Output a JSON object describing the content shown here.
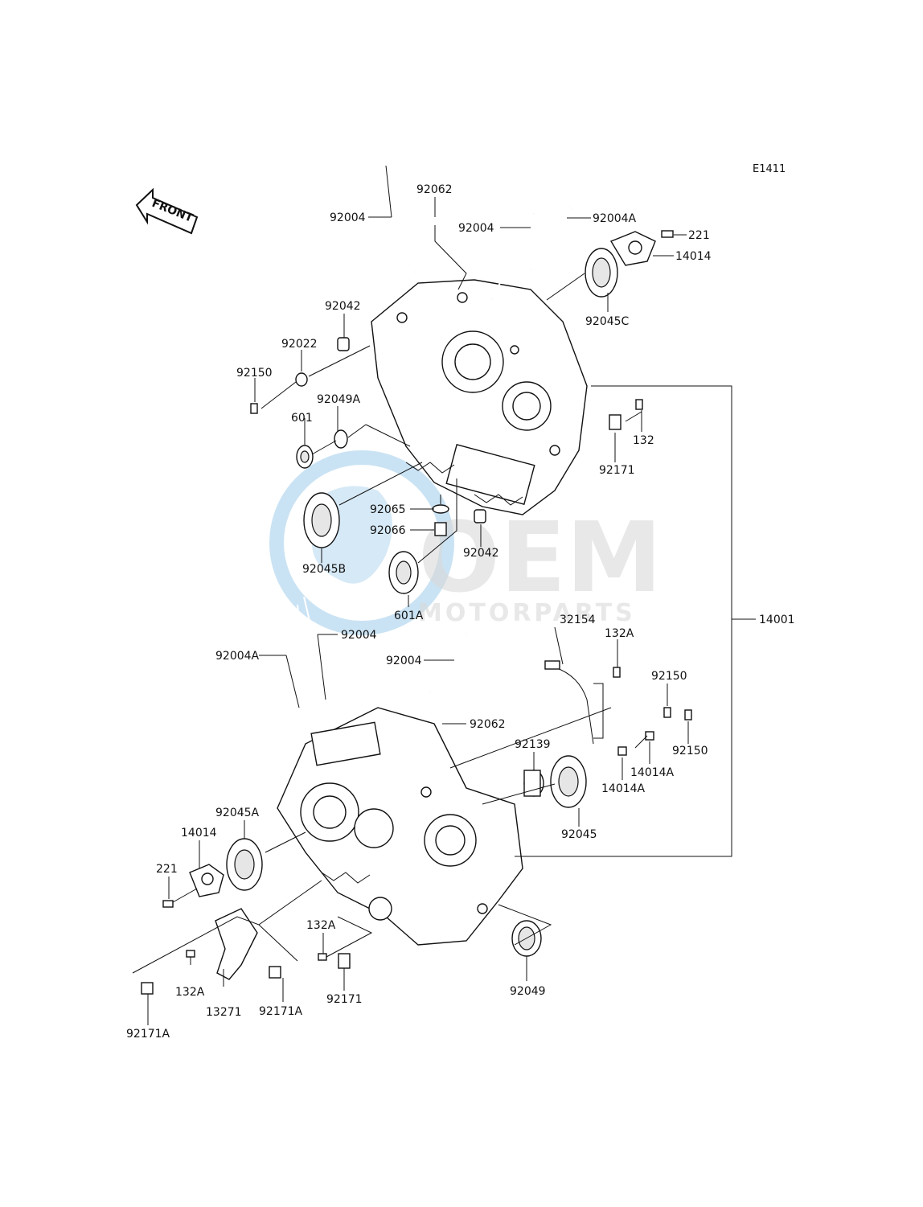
{
  "diagram_code": "E1411",
  "front_label": "FRONT",
  "watermark": {
    "brand": "OEM",
    "sub": "MOTORPARTS",
    "color": "#2a8fd0",
    "gray": "#b9b9b9"
  },
  "labels": {
    "l_92004_top": "92004",
    "l_92062_top": "92062",
    "l_92004_r": "92004",
    "l_92004A_top": "92004A",
    "l_221_top": "221",
    "l_14014_top": "14014",
    "l_92045C": "92045C",
    "l_92042_top": "92042",
    "l_92022": "92022",
    "l_92150_left": "92150",
    "l_601": "601",
    "l_92049A": "92049A",
    "l_132_top": "132",
    "l_92171_top": "92171",
    "l_92065": "92065",
    "l_92066": "92066",
    "l_92042_mid": "92042",
    "l_92045B": "92045B",
    "l_601A": "601A",
    "l_14001": "14001",
    "l_32154": "32154",
    "l_132A_r": "132A",
    "l_92004_lo1": "92004",
    "l_92004A_lo": "92004A",
    "l_92004_lo2": "92004",
    "l_92062_lo": "92062",
    "l_92150_r1": "92150",
    "l_92150_r2": "92150",
    "l_92139": "92139",
    "l_14014A_1": "14014A",
    "l_14014A_2": "14014A",
    "l_92045": "92045",
    "l_92045A": "92045A",
    "l_14014_lo": "14014",
    "l_221_lo": "221",
    "l_132A_mid": "132A",
    "l_92171_lo": "92171",
    "l_92049": "92049",
    "l_132A_lo": "132A",
    "l_13271": "13271",
    "l_92171A_1": "92171A",
    "l_92171A_2": "92171A"
  }
}
